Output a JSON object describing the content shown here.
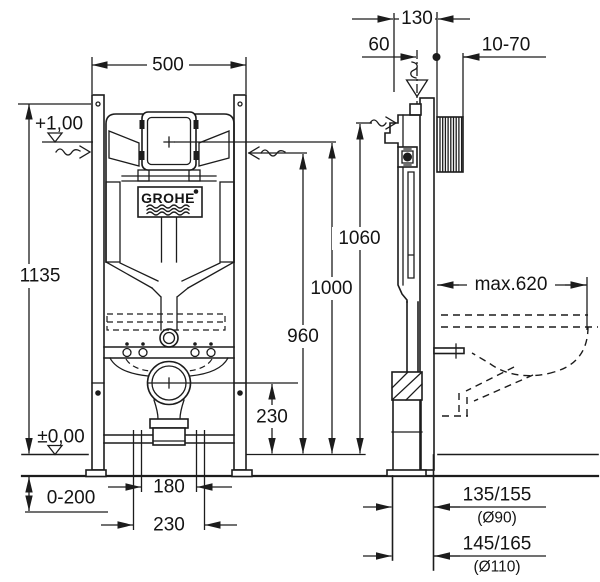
{
  "diagram": {
    "brand": {
      "name": "GROHE"
    },
    "dims": {
      "front_width": "500",
      "front_height": "1135",
      "level_plus": "+1,00",
      "level_zero": "±0,00",
      "leg_range": "0-200",
      "outlet_w_inner": "180",
      "outlet_w_outer": "230",
      "outlet_height": "230",
      "h_supply": "960",
      "h_center": "1000",
      "h_top": "1060",
      "top_offset": "130",
      "supply_offset": "60",
      "wall_gap": "10-70",
      "pan_depth": "max.620",
      "drain90": "135/155",
      "drain90_dia": "(Ø90)",
      "drain110": "145/165",
      "drain110_dia": "(Ø110)"
    }
  }
}
